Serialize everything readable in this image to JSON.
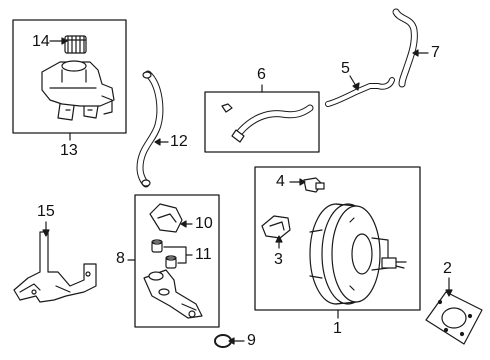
{
  "callouts": {
    "c1": "1",
    "c2": "2",
    "c3": "3",
    "c4": "4",
    "c5": "5",
    "c6": "6",
    "c7": "7",
    "c8": "8",
    "c9": "9",
    "c10": "10",
    "c11": "11",
    "c12": "12",
    "c13": "13",
    "c14": "14",
    "c15": "15"
  },
  "colors": {
    "line": "#1a1a1a",
    "shade": "#d9d9d9"
  }
}
